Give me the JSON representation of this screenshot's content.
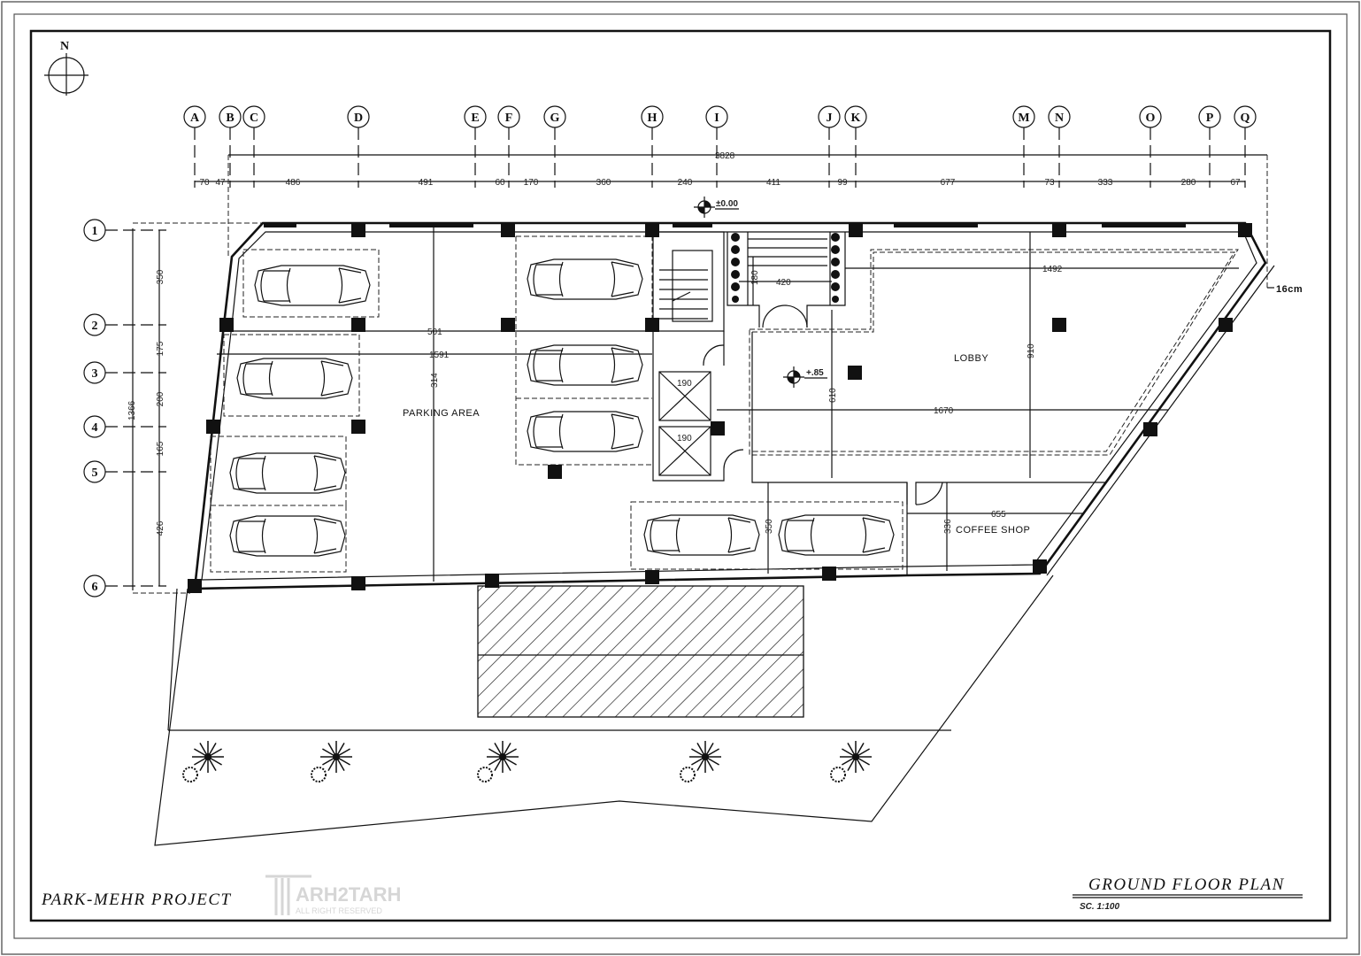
{
  "north_label": "N",
  "columns": [
    "A",
    "B",
    "C",
    "D",
    "E",
    "F",
    "G",
    "H",
    "I",
    "J",
    "K",
    "M",
    "N",
    "O",
    "P",
    "Q"
  ],
  "rows": [
    "1",
    "2",
    "3",
    "4",
    "5",
    "6"
  ],
  "top_dimensions": {
    "overall": "3828",
    "segments": [
      "70",
      "47",
      "486",
      "491",
      "60",
      "170",
      "360",
      "240",
      "411",
      "99",
      "677",
      "73",
      "333",
      "280",
      "67"
    ]
  },
  "left_dimensions": {
    "overall": "1366",
    "segments": [
      "350",
      "175",
      "200",
      "165",
      "426"
    ]
  },
  "levels": {
    "entrance": "±0.00",
    "lobby": "+.85"
  },
  "rooms": {
    "parking": "PARKING AREA",
    "lobby": "LOBBY",
    "coffee": "COFFEE SHOP"
  },
  "interior_dimensions": {
    "stair_width": "420",
    "stair_depth": "180",
    "elevator_1": "190",
    "elevator_2": "190",
    "lobby_top": "1492",
    "lobby_mid": "1670",
    "lobby_height_1": "610",
    "lobby_height_2": "910",
    "parking_1": "501",
    "parking_2": "1591",
    "parking_3": "314",
    "parking_bay": "350",
    "coffee_w": "655",
    "coffee_h": "336",
    "setback": "16cm"
  },
  "title_block": {
    "project": "PARK-MEHR PROJECT",
    "drawing": "GROUND FLOOR PLAN",
    "scale": "SC. 1:100"
  },
  "watermark": {
    "brand": "ARH2TARH",
    "rights": "ALL RIGHT RESERVED"
  }
}
